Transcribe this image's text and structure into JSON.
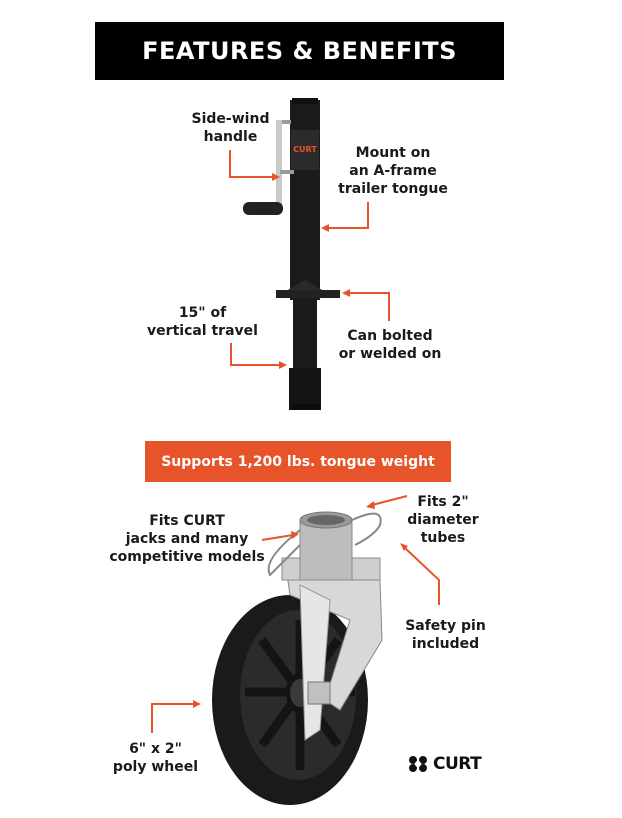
{
  "header": {
    "title": "FEATURES & BENEFITS"
  },
  "callouts": {
    "side_wind": [
      "Side-wind",
      "handle"
    ],
    "mount": [
      "Mount on",
      "an A-frame",
      "trailer tongue"
    ],
    "travel": [
      "15\" of",
      "vertical travel"
    ],
    "bolted": [
      "Can bolted",
      "or welded on"
    ],
    "fits_curt": [
      "Fits CURT",
      "jacks and many",
      "competitive models"
    ],
    "fits_2": [
      "Fits 2\"",
      "diameter",
      "tubes"
    ],
    "safety_pin": [
      "Safety pin",
      "included"
    ],
    "wheel": [
      "6\" x 2\"",
      "poly wheel"
    ]
  },
  "banner": {
    "text": "Supports 1,200 lbs. tongue weight"
  },
  "brand": {
    "name": "CURT",
    "icon": "curt-logo-icon"
  },
  "colors": {
    "accent": "#e8542a",
    "header_bg": "#000000",
    "text": "#1a1a1a"
  }
}
